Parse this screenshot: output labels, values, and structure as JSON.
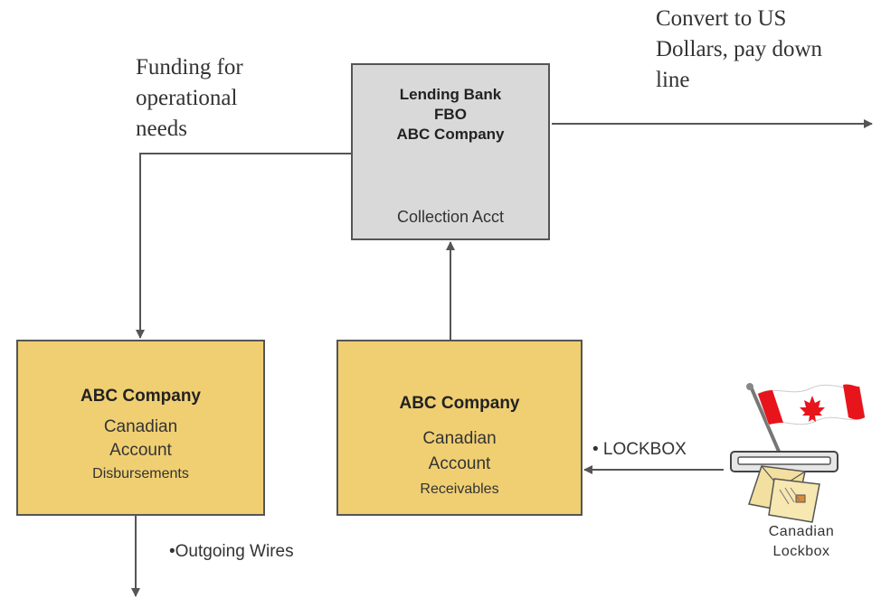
{
  "labels": {
    "funding": [
      "Funding for",
      "operational",
      "needs"
    ],
    "convert": [
      "Convert to US",
      "Dollars, pay down",
      "line"
    ],
    "outgoing": "•Outgoing Wires",
    "lockbox_arrow": "• LOCKBOX",
    "canadian_lockbox": [
      "Canadian",
      "Lockbox"
    ]
  },
  "boxes": {
    "lending_bank": {
      "title_lines": [
        "Lending Bank",
        "FBO",
        "ABC Company"
      ],
      "subtitle": "Collection Acct"
    },
    "disbursements": {
      "title": "ABC Company",
      "line1": "Canadian",
      "line2": "Account",
      "line3": "Disbursements"
    },
    "receivables": {
      "title": "ABC Company",
      "line1": "Canadian",
      "line2": "Account",
      "line3": "Receivables"
    }
  },
  "colors": {
    "gold_box": "#f0cf73",
    "grey_box": "#d9d9d9",
    "line": "#555555",
    "flag_red": "#e8141b"
  }
}
